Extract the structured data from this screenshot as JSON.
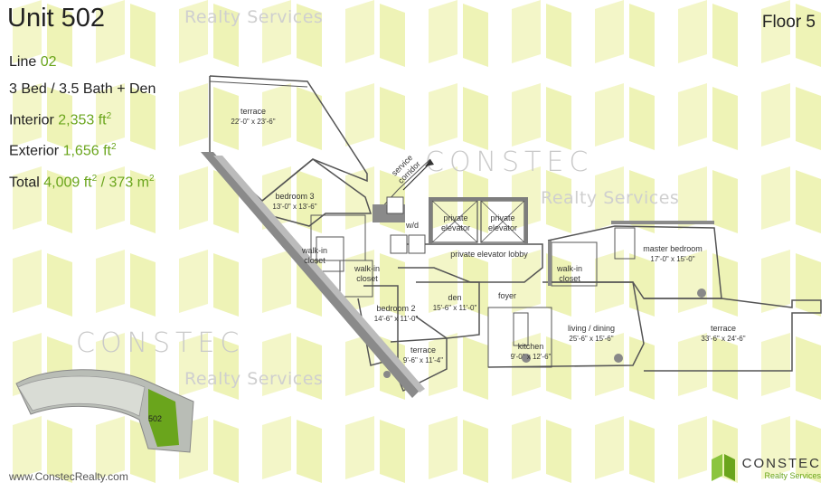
{
  "header": {
    "unit_title": "Unit 502",
    "floor": "Floor 5"
  },
  "specs": {
    "line_label": "Line",
    "line_value": "02",
    "config": "3 Bed / 3.5 Bath + Den",
    "interior_label": "Interior",
    "interior_value": "2,353 ft",
    "exterior_label": "Exterior",
    "exterior_value": "1,656 ft",
    "total_label": "Total",
    "total_value_ft": "4,009 ft",
    "total_value_m": "/ 373 m",
    "sup": "2"
  },
  "watermark": {
    "brand": "CONSTEC",
    "sub": "Realty Services"
  },
  "rooms": {
    "terrace_top": {
      "name": "terrace",
      "dim": "22'-0\" x 23'-6\""
    },
    "bedroom3": {
      "name": "bedroom 3",
      "dim": "13'-0\" x 13'-6\""
    },
    "walkin_closet1": {
      "name": "walk-in closet"
    },
    "walkin_closet2": {
      "name": "walk-in closet"
    },
    "bedroom2": {
      "name": "bedroom 2",
      "dim": "14'-6\" x 11'-0\""
    },
    "terrace_small": {
      "name": "terrace",
      "dim": "9'-6\" x 11'-4\""
    },
    "service_corridor": {
      "name": "service corridor"
    },
    "wd": {
      "name": "w/d"
    },
    "private_elevator1": {
      "name": "private elevator"
    },
    "private_elevator2": {
      "name": "private elevator"
    },
    "elevator_lobby": {
      "name": "private elevator lobby"
    },
    "den": {
      "name": "den",
      "dim": "15'-6\" x 11'-0\""
    },
    "foyer": {
      "name": "foyer"
    },
    "kitchen": {
      "name": "kitchen",
      "dim": "9'-0\" x 12'-6\""
    },
    "living": {
      "name": "living / dining",
      "dim": "25'-6\" x 15'-6\""
    },
    "walkin_closet3": {
      "name": "walk-in closet"
    },
    "master": {
      "name": "master bedroom",
      "dim": "17'-0\" x 15'-0\""
    },
    "terrace_right": {
      "name": "terrace",
      "dim": "33'-6\" x 24'-6\""
    }
  },
  "keyplan": {
    "unit_label": "502"
  },
  "footer": {
    "website": "www.ConstecRealty.com",
    "logo_name": "CONSTEC",
    "logo_sub": "Realty Services"
  },
  "colors": {
    "accent_green": "#6aa51c",
    "pattern_yellow": "#f3f6c8",
    "wall_gray": "#7d7d7d"
  }
}
